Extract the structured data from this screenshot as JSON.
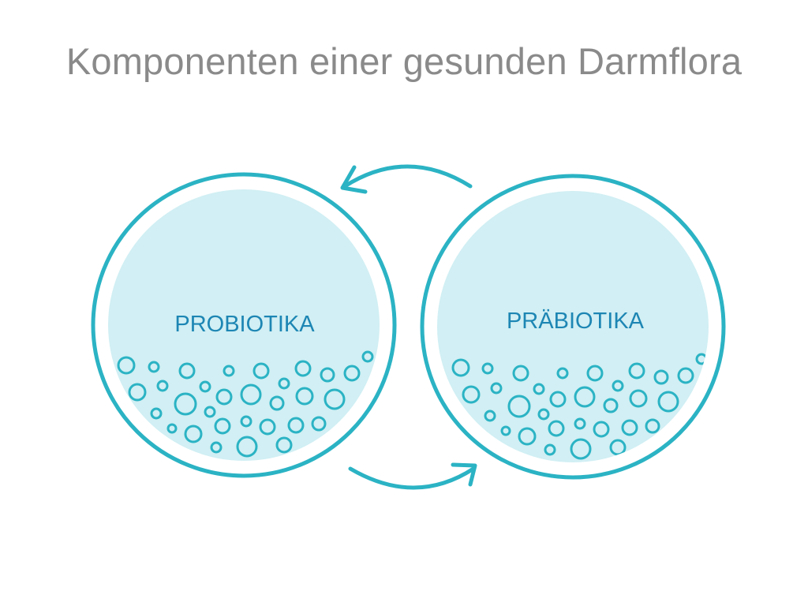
{
  "title": "Komponenten einer gesunden Darmflora",
  "colors": {
    "title": "#8a8a8a",
    "ring": "#2bb3c4",
    "fill": "#d1eff4",
    "label": "#1d86b4",
    "bubble": "#2bb3c4"
  },
  "circles": [
    {
      "label": "PROBIOTIKA"
    },
    {
      "label": "PRÄBIOTIKA"
    }
  ],
  "arrows": [
    {
      "icon": "arrow-top-left-icon"
    },
    {
      "icon": "arrow-bottom-right-icon"
    }
  ]
}
